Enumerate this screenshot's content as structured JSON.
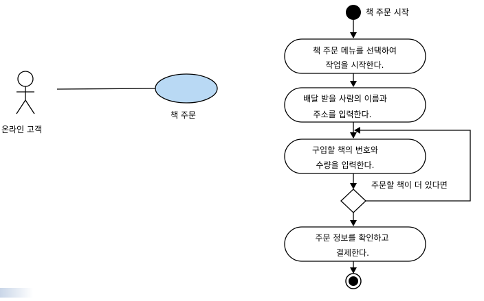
{
  "use_case": {
    "actor_label": "온라인 고객",
    "use_case_label": "책 주문",
    "use_case_fill": "#b9d9f4"
  },
  "activity": {
    "start_label": "책 주문 시작",
    "step1": [
      "책 주문 메뉴를 선택하여",
      "작업을 시작한다."
    ],
    "step2": [
      "배달 받을 사람의 이름과",
      "주소를 입력한다."
    ],
    "step3": [
      "구입할 책의 번호와",
      "수량을 입력한다."
    ],
    "loop_guard": "주문할 책이 더 있다면",
    "step4": [
      "주문 정보를 확인하고",
      "결제한다."
    ]
  }
}
